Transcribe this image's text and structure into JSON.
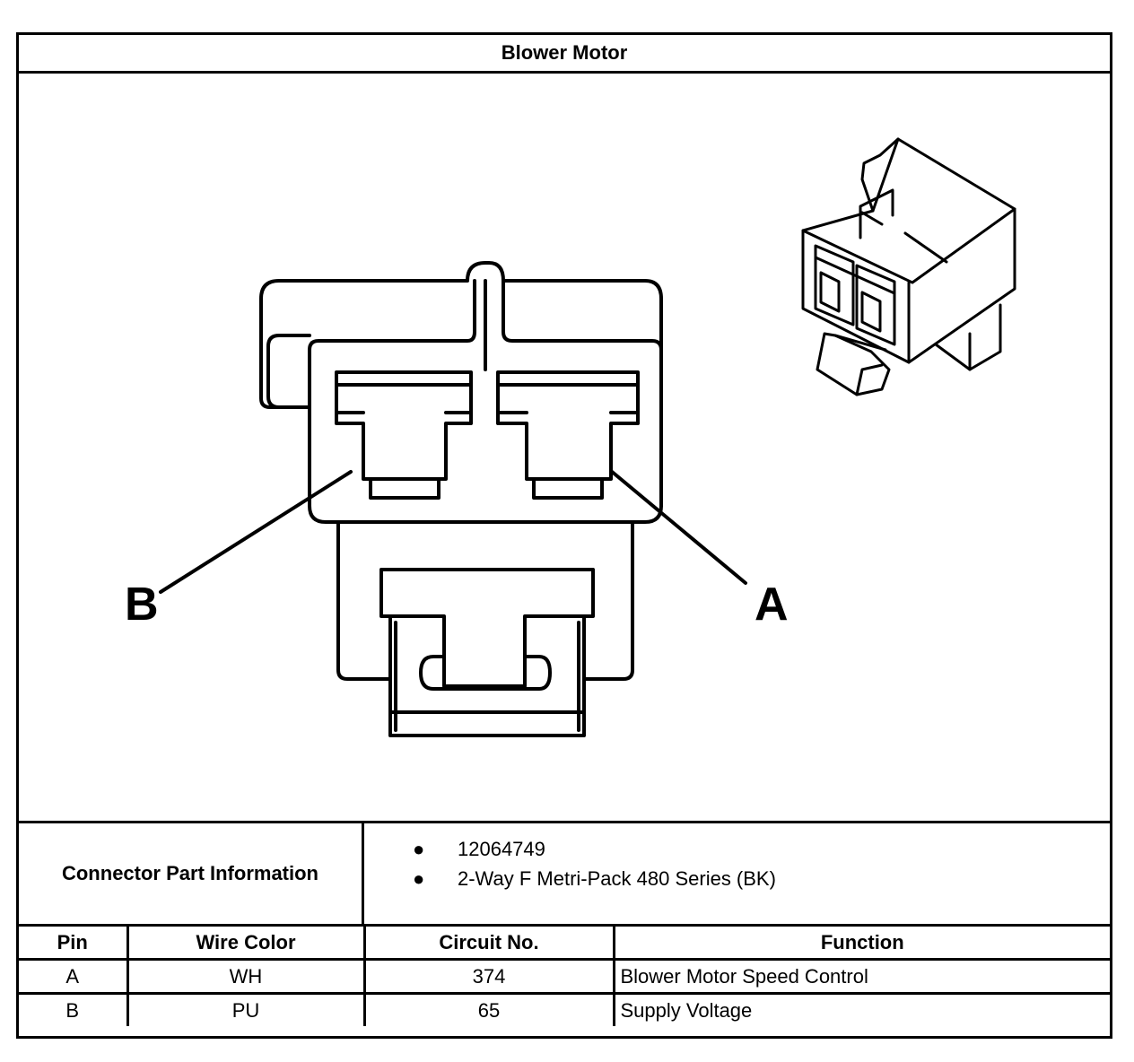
{
  "title": "Blower Motor",
  "diagram": {
    "pin_labels": [
      "B",
      "A"
    ]
  },
  "connector_info": {
    "label": "Connector Part Information",
    "items": [
      "12064749",
      "2-Way F Metri-Pack 480 Series (BK)"
    ]
  },
  "pin_table": {
    "headers": {
      "pin": "Pin",
      "wire_color": "Wire Color",
      "circuit": "Circuit No.",
      "function": "Function"
    },
    "rows": [
      {
        "pin": "A",
        "wire_color": "WH",
        "circuit": "374",
        "function": "Blower Motor Speed Control"
      },
      {
        "pin": "B",
        "wire_color": "PU",
        "circuit": "65",
        "function": "Supply Voltage"
      }
    ]
  }
}
